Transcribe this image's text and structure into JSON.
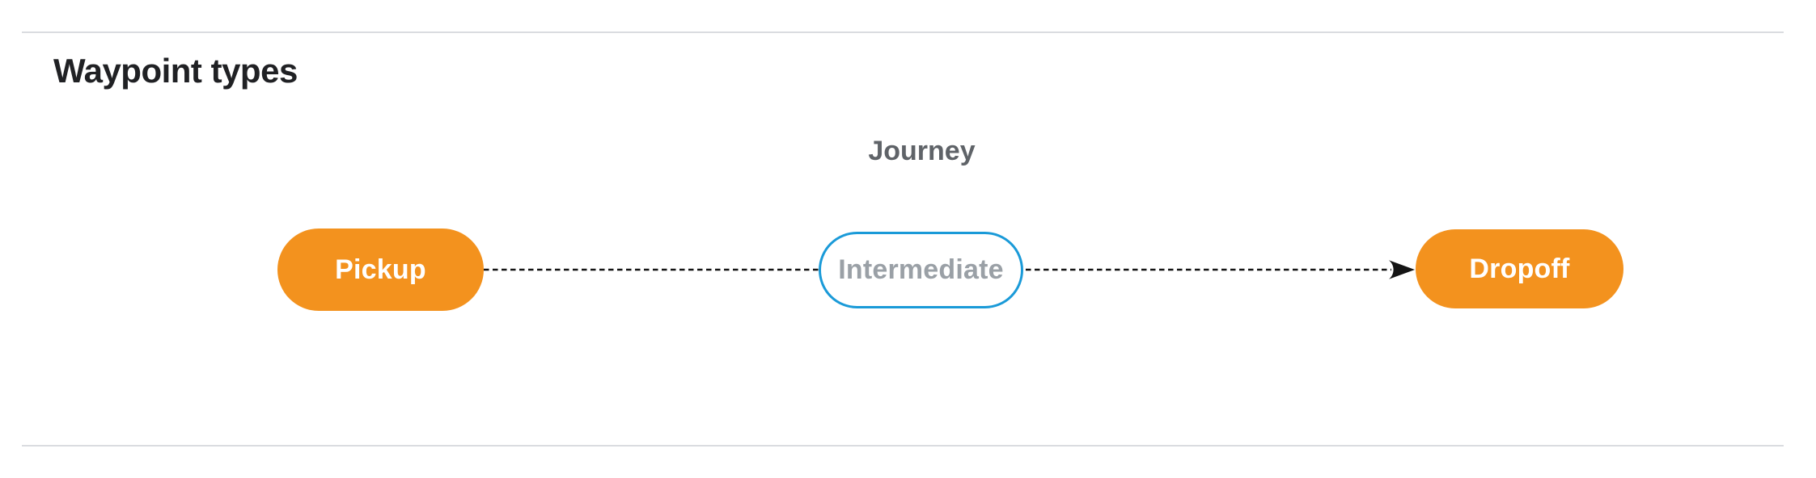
{
  "page": {
    "title": "Waypoint types",
    "background_color": "#ffffff",
    "divider_color": "#dadce0",
    "title_color": "#202124"
  },
  "diagram": {
    "caption": "Journey",
    "caption_color": "#5f6368",
    "edge_color": "#141414",
    "edge_style": "dashed",
    "nodes": [
      {
        "id": "pickup",
        "label": "Pickup",
        "type": "terminal",
        "fill_color": "#f3921e",
        "text_color": "#ffffff"
      },
      {
        "id": "intermediate",
        "label": "Intermediate",
        "type": "intermediate",
        "fill_color": "#ffffff",
        "border_color": "#1a9ad8",
        "text_color": "#9aa0a6"
      },
      {
        "id": "dropoff",
        "label": "Dropoff",
        "type": "terminal",
        "fill_color": "#f3921e",
        "text_color": "#ffffff"
      }
    ],
    "edges": [
      {
        "from": "pickup",
        "to": "intermediate",
        "style": "dashed",
        "arrowhead": false
      },
      {
        "from": "intermediate",
        "to": "dropoff",
        "style": "dashed",
        "arrowhead": true
      }
    ]
  }
}
